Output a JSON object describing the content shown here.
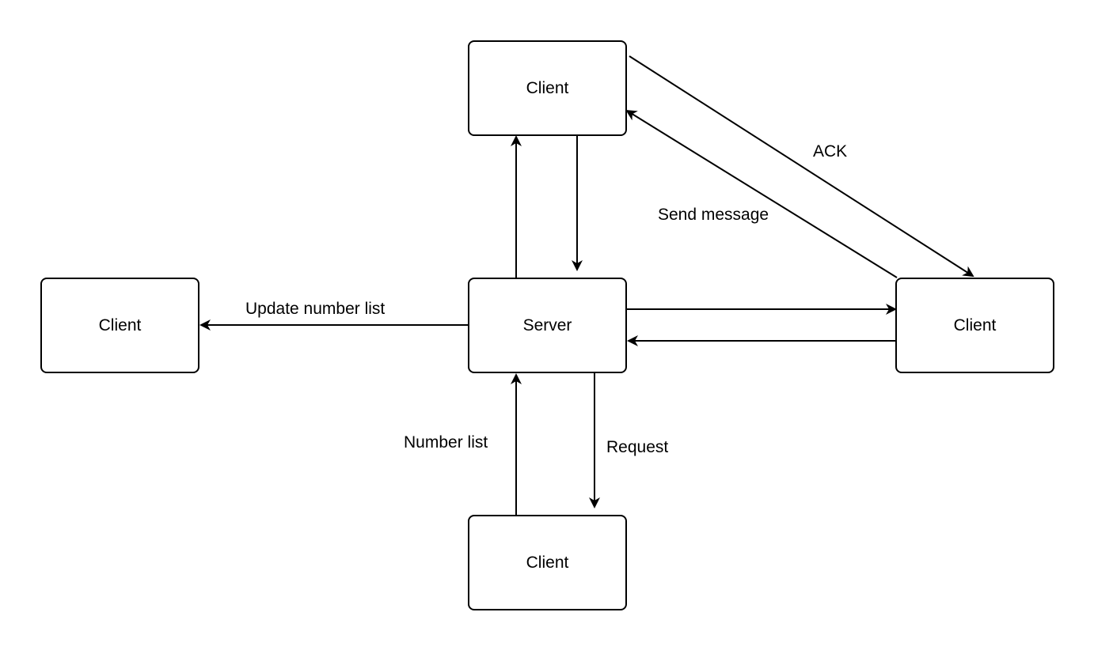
{
  "nodes": {
    "top": "Client",
    "left": "Client",
    "server": "Server",
    "right": "Client",
    "bottom": "Client"
  },
  "edge_labels": {
    "update_number_list": "Update number list",
    "ack": "ACK",
    "send_message": "Send message",
    "number_list": "Number list",
    "request": "Request"
  },
  "colors": {
    "stroke": "#000000",
    "background": "#ffffff"
  }
}
